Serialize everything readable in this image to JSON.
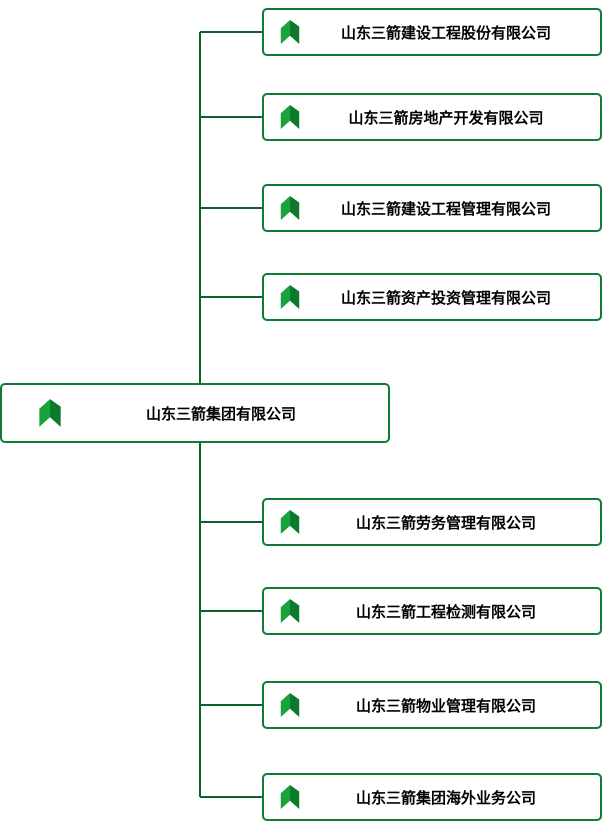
{
  "chart": {
    "type": "org-chart",
    "parent": {
      "name": "山东三箭集团有限公司"
    },
    "subsidiaries": [
      {
        "name": "山东三箭建设工程股份有限公司"
      },
      {
        "name": "山东三箭房地产开发有限公司"
      },
      {
        "name": "山东三箭建设工程管理有限公司"
      },
      {
        "name": "山东三箭资产投资管理有限公司"
      },
      {
        "name": "山东三箭劳务管理有限公司"
      },
      {
        "name": "山东三箭工程检测有限公司"
      },
      {
        "name": "山东三箭物业管理有限公司"
      },
      {
        "name": "山东三箭集团海外业务公司"
      }
    ],
    "colors": {
      "node_border": "#0e7c35",
      "connector_line": "#0a632c",
      "logo_green_light": "#1aa23b",
      "logo_green_dark": "#0c7a2d",
      "text": "#000000",
      "background": "#ffffff"
    },
    "icon": "sanjian-arrow-logo"
  }
}
